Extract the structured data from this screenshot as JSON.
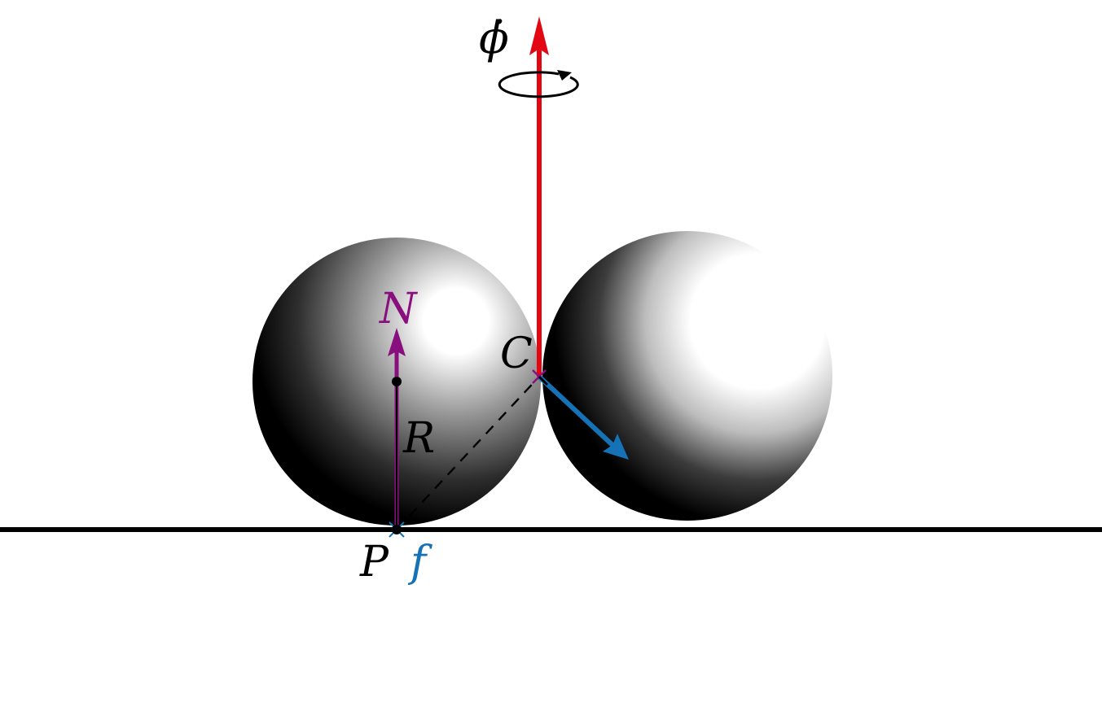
{
  "labels": {
    "phi_dot": "ϕ̇",
    "normal": "N",
    "contact": "C",
    "radius": "R",
    "ground_point": "P",
    "friction": "f"
  },
  "colors": {
    "spin_axis": "#e30613",
    "normal_force": "#8a0f7e",
    "friction_force": "#1572b6",
    "ground": "#000000",
    "sphere_dark": "#000000",
    "sphere_light": "#ffffff"
  },
  "icons": {
    "rotation": "circular-arrow-icon"
  }
}
